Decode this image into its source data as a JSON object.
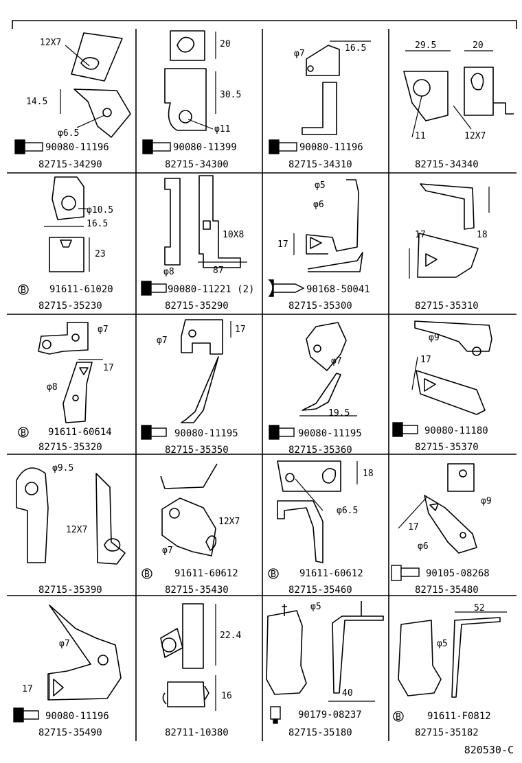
{
  "diagram_id": "820530-C",
  "cells": [
    {
      "part": "82715-34290",
      "fastener": {
        "kind": "bolt",
        "no": "90080-11196"
      },
      "dims": [
        "12X7",
        "14.5",
        "φ6.5"
      ]
    },
    {
      "part": "82715-34300",
      "fastener": {
        "kind": "bolt",
        "no": "90080-11399"
      },
      "dims": [
        "20",
        "30.5",
        "φ11"
      ]
    },
    {
      "part": "82715-34310",
      "fastener": {
        "kind": "bolt",
        "no": "90080-11196"
      },
      "dims": [
        "φ7",
        "16.5"
      ]
    },
    {
      "part": "82715-34340",
      "fastener": null,
      "dims": [
        "29.5",
        "20",
        "11",
        "12X7"
      ]
    },
    {
      "part": "82715-35230",
      "fastener": {
        "kind": "clip",
        "no": "91611-61020"
      },
      "dims": [
        "φ10.5",
        "16.5",
        "23"
      ]
    },
    {
      "part": "82715-35290",
      "fastener": {
        "kind": "bolt",
        "no": "90080-11221 (2)"
      },
      "dims": [
        "10X8",
        "φ8",
        "87"
      ]
    },
    {
      "part": "82715-35300",
      "fastener": {
        "kind": "screw",
        "no": "90168-50041"
      },
      "dims": [
        "φ5",
        "φ6",
        "17"
      ]
    },
    {
      "part": "82715-35310",
      "fastener": null,
      "dims": [
        "17",
        "18"
      ]
    },
    {
      "part": "82715-35320",
      "fastener": {
        "kind": "clip",
        "no": "91611-60614"
      },
      "dims": [
        "φ7",
        "17",
        "φ8"
      ]
    },
    {
      "part": "82715-35350",
      "fastener": {
        "kind": "bolt",
        "no": "90080-11195"
      },
      "dims": [
        "φ7",
        "17"
      ]
    },
    {
      "part": "82715-35360",
      "fastener": {
        "kind": "bolt",
        "no": "90080-11195"
      },
      "dims": [
        "φ7",
        "19.5"
      ]
    },
    {
      "part": "82715-35370",
      "fastener": {
        "kind": "bolt",
        "no": "90080-11180"
      },
      "dims": [
        "φ9",
        "17"
      ]
    },
    {
      "part": "82715-35390",
      "fastener": null,
      "dims": [
        "φ9.5",
        "12X7"
      ]
    },
    {
      "part": "82715-35430",
      "fastener": {
        "kind": "clip",
        "no": "91611-60612"
      },
      "dims": [
        "12X7",
        "φ7"
      ]
    },
    {
      "part": "82715-35460",
      "fastener": {
        "kind": "clip",
        "no": "91611-60612"
      },
      "dims": [
        "18",
        "φ6.5"
      ]
    },
    {
      "part": "82715-35480",
      "fastener": {
        "kind": "bolt",
        "no": "90105-08268"
      },
      "dims": [
        "φ9",
        "17",
        "φ6"
      ]
    },
    {
      "part": "82715-35490",
      "fastener": {
        "kind": "bolt",
        "no": "90080-11196"
      },
      "dims": [
        "φ7",
        "17"
      ]
    },
    {
      "part": "82711-10380",
      "fastener": null,
      "dims": [
        "22.4",
        "16"
      ]
    },
    {
      "part": "82715-35180",
      "fastener": {
        "kind": "nut",
        "no": "90179-08237"
      },
      "dims": [
        "φ5",
        "40"
      ]
    },
    {
      "part": "82715-35182",
      "fastener": {
        "kind": "clip",
        "no": "91611-F0812"
      },
      "dims": [
        "52",
        "φ5"
      ]
    }
  ],
  "clip_letter": "B"
}
